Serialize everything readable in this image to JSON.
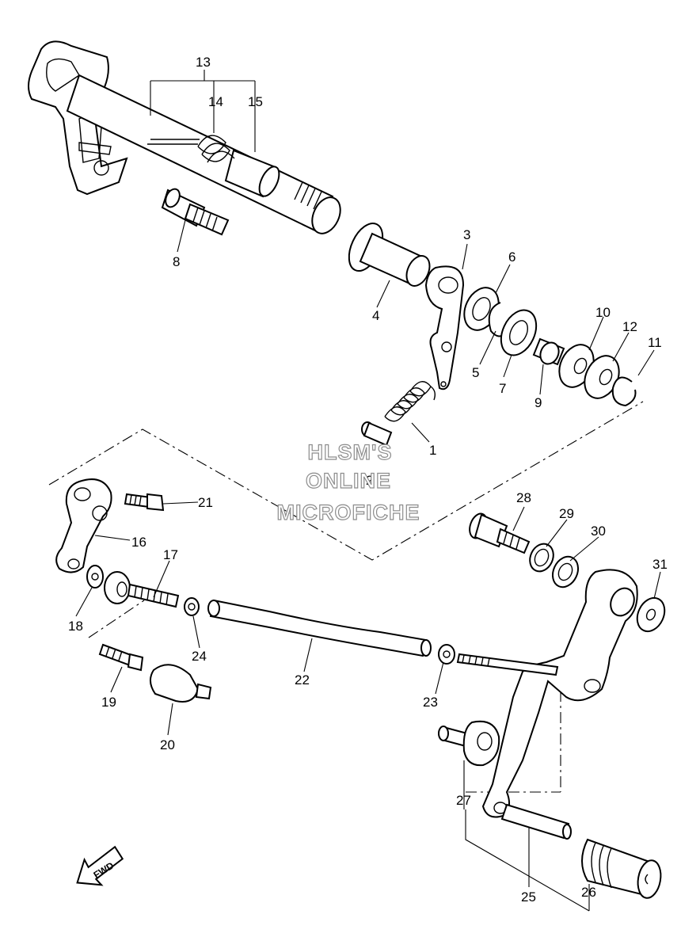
{
  "watermark": {
    "line1": "HLSM'S",
    "line2": "ONLINE",
    "line3": "MICROFICHE"
  },
  "direction_marker": "FWD",
  "callouts": [
    "1",
    "2",
    "3",
    "4",
    "5",
    "6",
    "7",
    "8",
    "9",
    "10",
    "11",
    "12",
    "13",
    "14",
    "15",
    "16",
    "17",
    "18",
    "19",
    "20",
    "21",
    "22",
    "23",
    "24",
    "25",
    "26",
    "27",
    "28",
    "29",
    "30",
    "31"
  ]
}
